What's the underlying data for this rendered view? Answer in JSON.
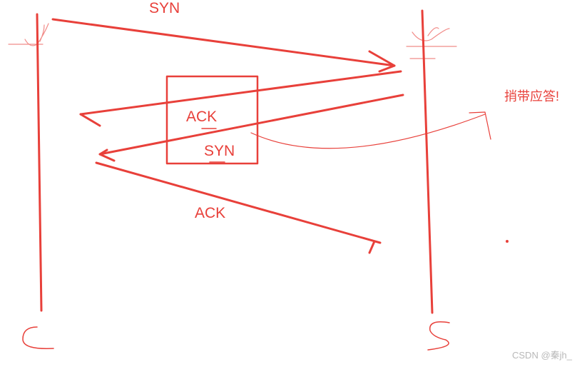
{
  "labels": {
    "syn_top": "SYN",
    "ack_box": "ACK",
    "syn_box": "SYN",
    "ack_bottom": "ACK",
    "piggyback": "捎带应答!",
    "client": "C",
    "server": "S"
  },
  "watermark": "CSDN @秦jh_",
  "colors": {
    "stroke": "#e8403a"
  }
}
